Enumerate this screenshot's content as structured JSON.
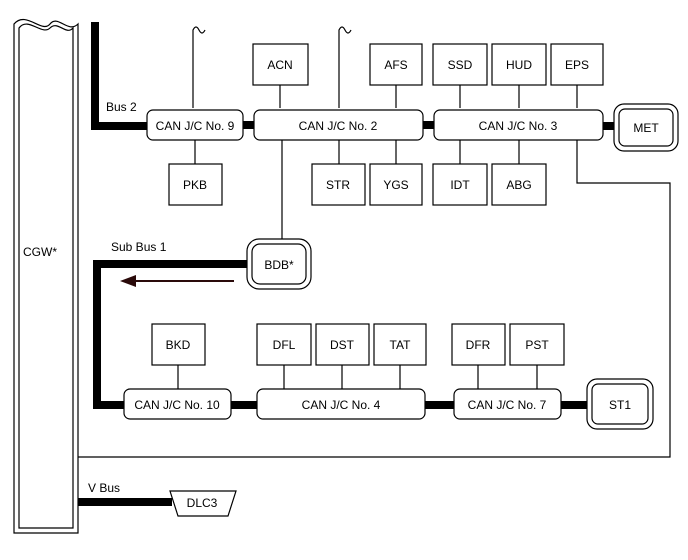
{
  "gateway": {
    "label": "CGW*"
  },
  "buses": {
    "bus2": "Bus 2",
    "sub_bus1": "Sub Bus 1",
    "v_bus": "V Bus"
  },
  "junctions": {
    "jc9": "CAN J/C No. 9",
    "jc2": "CAN J/C No. 2",
    "jc3": "CAN J/C No. 3",
    "jc10": "CAN J/C No. 10",
    "jc4": "CAN J/C No. 4",
    "jc7": "CAN J/C No. 7"
  },
  "ecus": {
    "acn": "ACN",
    "afs": "AFS",
    "ssd": "SSD",
    "hud": "HUD",
    "eps": "EPS",
    "pkb": "PKB",
    "str": "STR",
    "ygs": "YGS",
    "idt": "IDT",
    "abg": "ABG",
    "bkd": "BKD",
    "dfl": "DFL",
    "dst": "DST",
    "tat": "TAT",
    "dfr": "DFR",
    "pst": "PST"
  },
  "terminators": {
    "met": "MET",
    "bdb": "BDB*",
    "st1": "ST1"
  },
  "connector": {
    "dlc3": "DLC3"
  }
}
